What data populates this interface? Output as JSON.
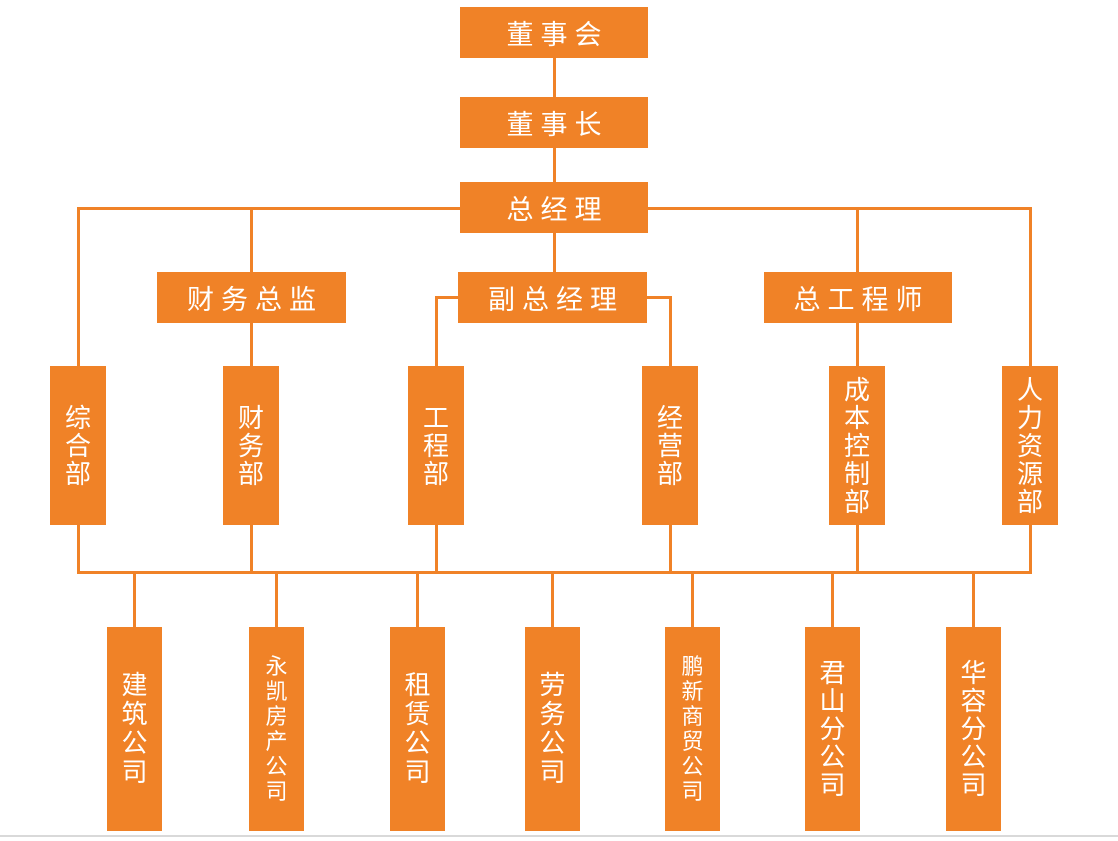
{
  "colors": {
    "node_fill": "#F08227",
    "connector": "#F08227",
    "node_text": "#FFFFFF",
    "bottom_border": "#D9D9D9",
    "background": "#FFFFFF"
  },
  "nodes": [
    {
      "id": "board",
      "label": "董事会",
      "level": 1,
      "orientation": "horizontal"
    },
    {
      "id": "chairman",
      "label": "董事长",
      "level": 2,
      "orientation": "horizontal"
    },
    {
      "id": "general-manager",
      "label": "总经理",
      "level": 3,
      "orientation": "horizontal"
    },
    {
      "id": "cfo",
      "label": "财务总监",
      "level": 4,
      "orientation": "horizontal"
    },
    {
      "id": "deputy-general-manager",
      "label": "副总经理",
      "level": 4,
      "orientation": "horizontal"
    },
    {
      "id": "chief-engineer",
      "label": "总工程师",
      "level": 4,
      "orientation": "horizontal"
    },
    {
      "id": "general-affairs-dept",
      "label": "综合部",
      "level": 5,
      "orientation": "vertical"
    },
    {
      "id": "finance-dept",
      "label": "财务部",
      "level": 5,
      "orientation": "vertical"
    },
    {
      "id": "engineering-dept",
      "label": "工程部",
      "level": 5,
      "orientation": "vertical"
    },
    {
      "id": "operations-dept",
      "label": "经营部",
      "level": 5,
      "orientation": "vertical"
    },
    {
      "id": "cost-control-dept",
      "label": "成本控制部",
      "level": 5,
      "orientation": "vertical"
    },
    {
      "id": "hr-dept",
      "label": "人力资源部",
      "level": 5,
      "orientation": "vertical"
    },
    {
      "id": "construction-company",
      "label": "建筑公司",
      "level": 6,
      "orientation": "vertical"
    },
    {
      "id": "yongkai-realestate-company",
      "label": "永凯房产公司",
      "level": 6,
      "orientation": "vertical"
    },
    {
      "id": "leasing-company",
      "label": "租赁公司",
      "level": 6,
      "orientation": "vertical"
    },
    {
      "id": "labor-company",
      "label": "劳务公司",
      "level": 6,
      "orientation": "vertical"
    },
    {
      "id": "pengxin-trading-company",
      "label": "鹏新商贸公司",
      "level": 6,
      "orientation": "vertical"
    },
    {
      "id": "junshan-branch-company",
      "label": "君山分公司",
      "level": 6,
      "orientation": "vertical"
    },
    {
      "id": "huarong-branch-company",
      "label": "华容分公司",
      "level": 6,
      "orientation": "vertical"
    }
  ]
}
